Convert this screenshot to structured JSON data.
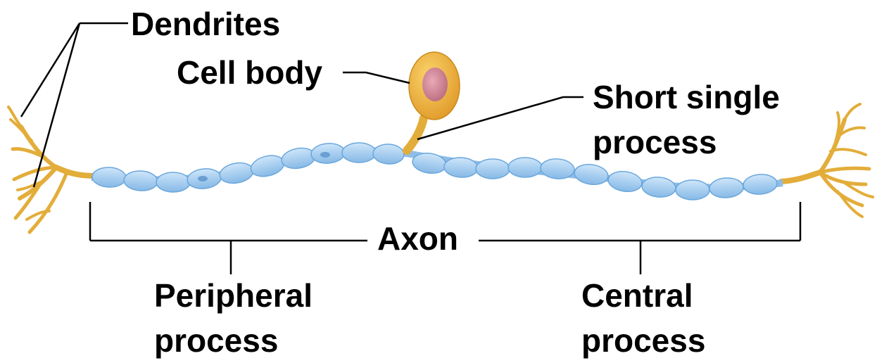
{
  "labels": {
    "dendrites": "Dendrites",
    "cell_body": "Cell body",
    "short_single_process_line1": "Short single",
    "short_single_process_line2": "process",
    "axon": "Axon",
    "peripheral_line1": "Peripheral",
    "peripheral_line2": "process",
    "central_line1": "Central",
    "central_line2": "process"
  },
  "colors": {
    "dendrite": "#e3ad3a",
    "dendrite_dark": "#c98a1c",
    "cell_body": "#f0b43e",
    "nucleus": "#c97d8c",
    "myelin": "#a9cff0",
    "myelin_edge": "#6aa7dc",
    "line": "#000000"
  }
}
